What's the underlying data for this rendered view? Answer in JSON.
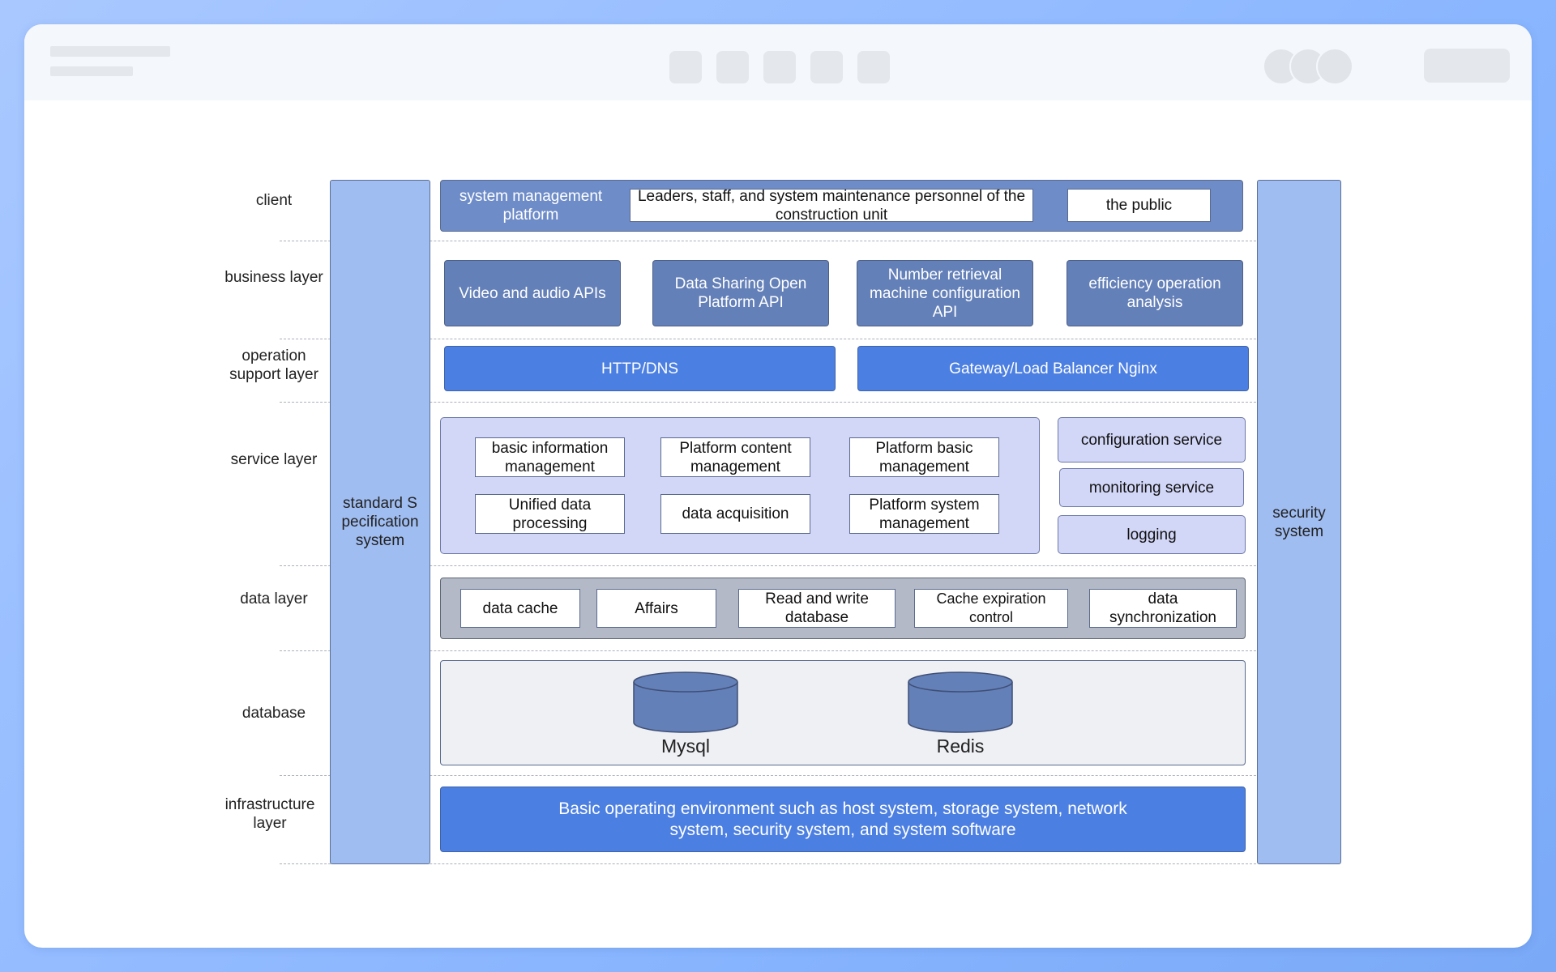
{
  "layers": [
    {
      "id": "client",
      "label": "client"
    },
    {
      "id": "business",
      "label": "business layer"
    },
    {
      "id": "operation",
      "label": "operation support layer"
    },
    {
      "id": "service",
      "label": "service layer"
    },
    {
      "id": "data",
      "label": "data layer"
    },
    {
      "id": "database",
      "label": "database"
    },
    {
      "id": "infrastructure",
      "label": "infrastructure layer"
    }
  ],
  "left_column": {
    "label": "standard Specification system"
  },
  "right_column": {
    "label": "security system"
  },
  "client": {
    "platform_label": "system management platform",
    "personnel_label": "Leaders, staff, and system maintenance personnel of the construction unit",
    "public_label": "the public"
  },
  "business": {
    "items": [
      "Video and audio APIs",
      "Data Sharing Open Platform API",
      "Number retrieval machine configuration API",
      "efficiency operation analysis"
    ]
  },
  "operation": {
    "items": [
      "HTTP/DNS",
      "Gateway/Load Balancer Nginx"
    ]
  },
  "service": {
    "modules": [
      "basic information management",
      "Platform content management",
      "Platform basic management",
      "Unified data processing",
      "data acquisition",
      "Platform system management"
    ],
    "side_services": [
      "configuration service",
      "monitoring service",
      "logging"
    ]
  },
  "data_layer": {
    "items": [
      "data cache",
      "Affairs",
      "Read and write database",
      "Cache expiration control",
      "data synchronization"
    ]
  },
  "database": {
    "items": [
      "Mysql",
      "Redis"
    ]
  },
  "infrastructure": {
    "label": "Basic operating environment such as host system, storage system, network system, security system, and system software"
  },
  "colors": {
    "side_column": "#a0bdf1",
    "dark_box": "#6480b8",
    "blue_box": "#4c7fe2",
    "lavender": "#d2d6f7",
    "data_band": "#b3b9c6",
    "database_band": "#eef0f4"
  }
}
